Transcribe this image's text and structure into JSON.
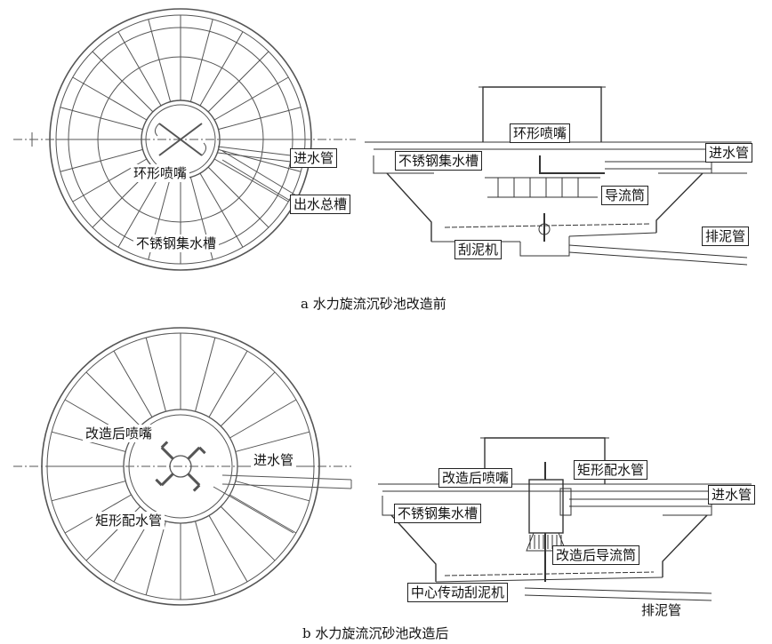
{
  "figure_a": {
    "caption": "a 水力旋流沉砂池改造前",
    "plan": {
      "ring_nozzle": "环形喷嘴",
      "inlet_pipe": "进水管",
      "outlet_channel": "出水总槽",
      "collection_trough": "不锈钢集水槽"
    },
    "section": {
      "ring_nozzle": "环形喷嘴",
      "collection_trough": "不锈钢集水槽",
      "inlet_pipe": "进水管",
      "guide_cylinder": "导流筒",
      "sludge_pipe": "排泥管",
      "scraper": "刮泥机"
    }
  },
  "figure_b": {
    "caption": "b 水力旋流沉砂池改造后",
    "plan": {
      "new_nozzle": "改造后喷嘴",
      "inlet_pipe": "进水管",
      "rect_distributor": "矩形配水管"
    },
    "section": {
      "new_nozzle": "改造后喷嘴",
      "rect_distributor": "矩形配水管",
      "inlet_pipe": "进水管",
      "collection_trough": "不锈钢集水槽",
      "new_guide_cylinder": "改造后导流筒",
      "central_scraper": "中心传动刮泥机",
      "sludge_pipe": "排泥管"
    }
  }
}
